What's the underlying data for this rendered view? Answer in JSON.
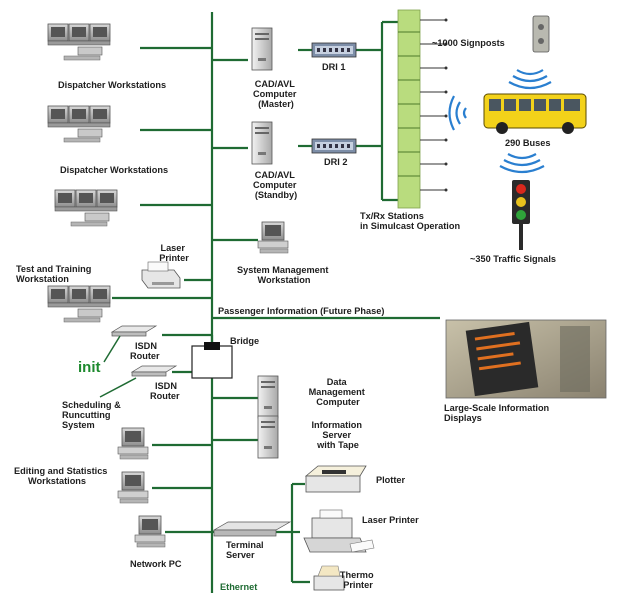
{
  "labels": {
    "dispatcher_1": "Dispatcher Workstations",
    "dispatcher_2": "Dispatcher Workstations",
    "cad_master": [
      "CAD/AVL",
      "Computer",
      "(Master)"
    ],
    "cad_standby": [
      "CAD/AVL",
      "Computer",
      "(Standby)"
    ],
    "dri_1": "DRI 1",
    "dri_2": "DRI 2",
    "signposts": "~1000 Signposts",
    "buses": "290 Buses",
    "txrx": [
      "Tx/Rx Stations",
      "in Simulcast Operation"
    ],
    "traffic_signals": "~350 Traffic Signals",
    "laser_printer_top": [
      "Laser",
      "Printer"
    ],
    "sys_mgmt": [
      "System Management",
      "Workstation"
    ],
    "test_training": [
      "Test and Training",
      "Workstation"
    ],
    "passenger_info": "Passenger Information (Future Phase)",
    "bridge": "Bridge",
    "isdn_1": [
      "ISDN",
      "Router"
    ],
    "isdn_2": [
      "ISDN",
      "Router"
    ],
    "init_logo": "init",
    "large_scale": [
      "Large-Scale Information",
      "Displays"
    ],
    "sched": [
      "Scheduling &",
      "Runcutting",
      "System"
    ],
    "data_mgmt": [
      "Data",
      "Management",
      "Computer"
    ],
    "info_server": [
      "Information",
      "Server",
      "with Tape"
    ],
    "editing": [
      "Editing and Statistics",
      "Workstations"
    ],
    "plotter": "Plotter",
    "laser_printer_bottom": "Laser Printer",
    "terminal_server": [
      "Terminal",
      "Server"
    ],
    "network_pc": "Network PC",
    "thermo": [
      "Thermo",
      "Printer"
    ],
    "ethernet": "Ethernet"
  },
  "colors": {
    "network_line": "#1f6b33",
    "signpost_green": "#b9dc7e",
    "bus_yellow": "#f3d21a",
    "signal_red": "#d9281d",
    "signal_yellow": "#e8c21d",
    "signal_green": "#2fa33a",
    "wave_blue": "#2a7fd0"
  }
}
